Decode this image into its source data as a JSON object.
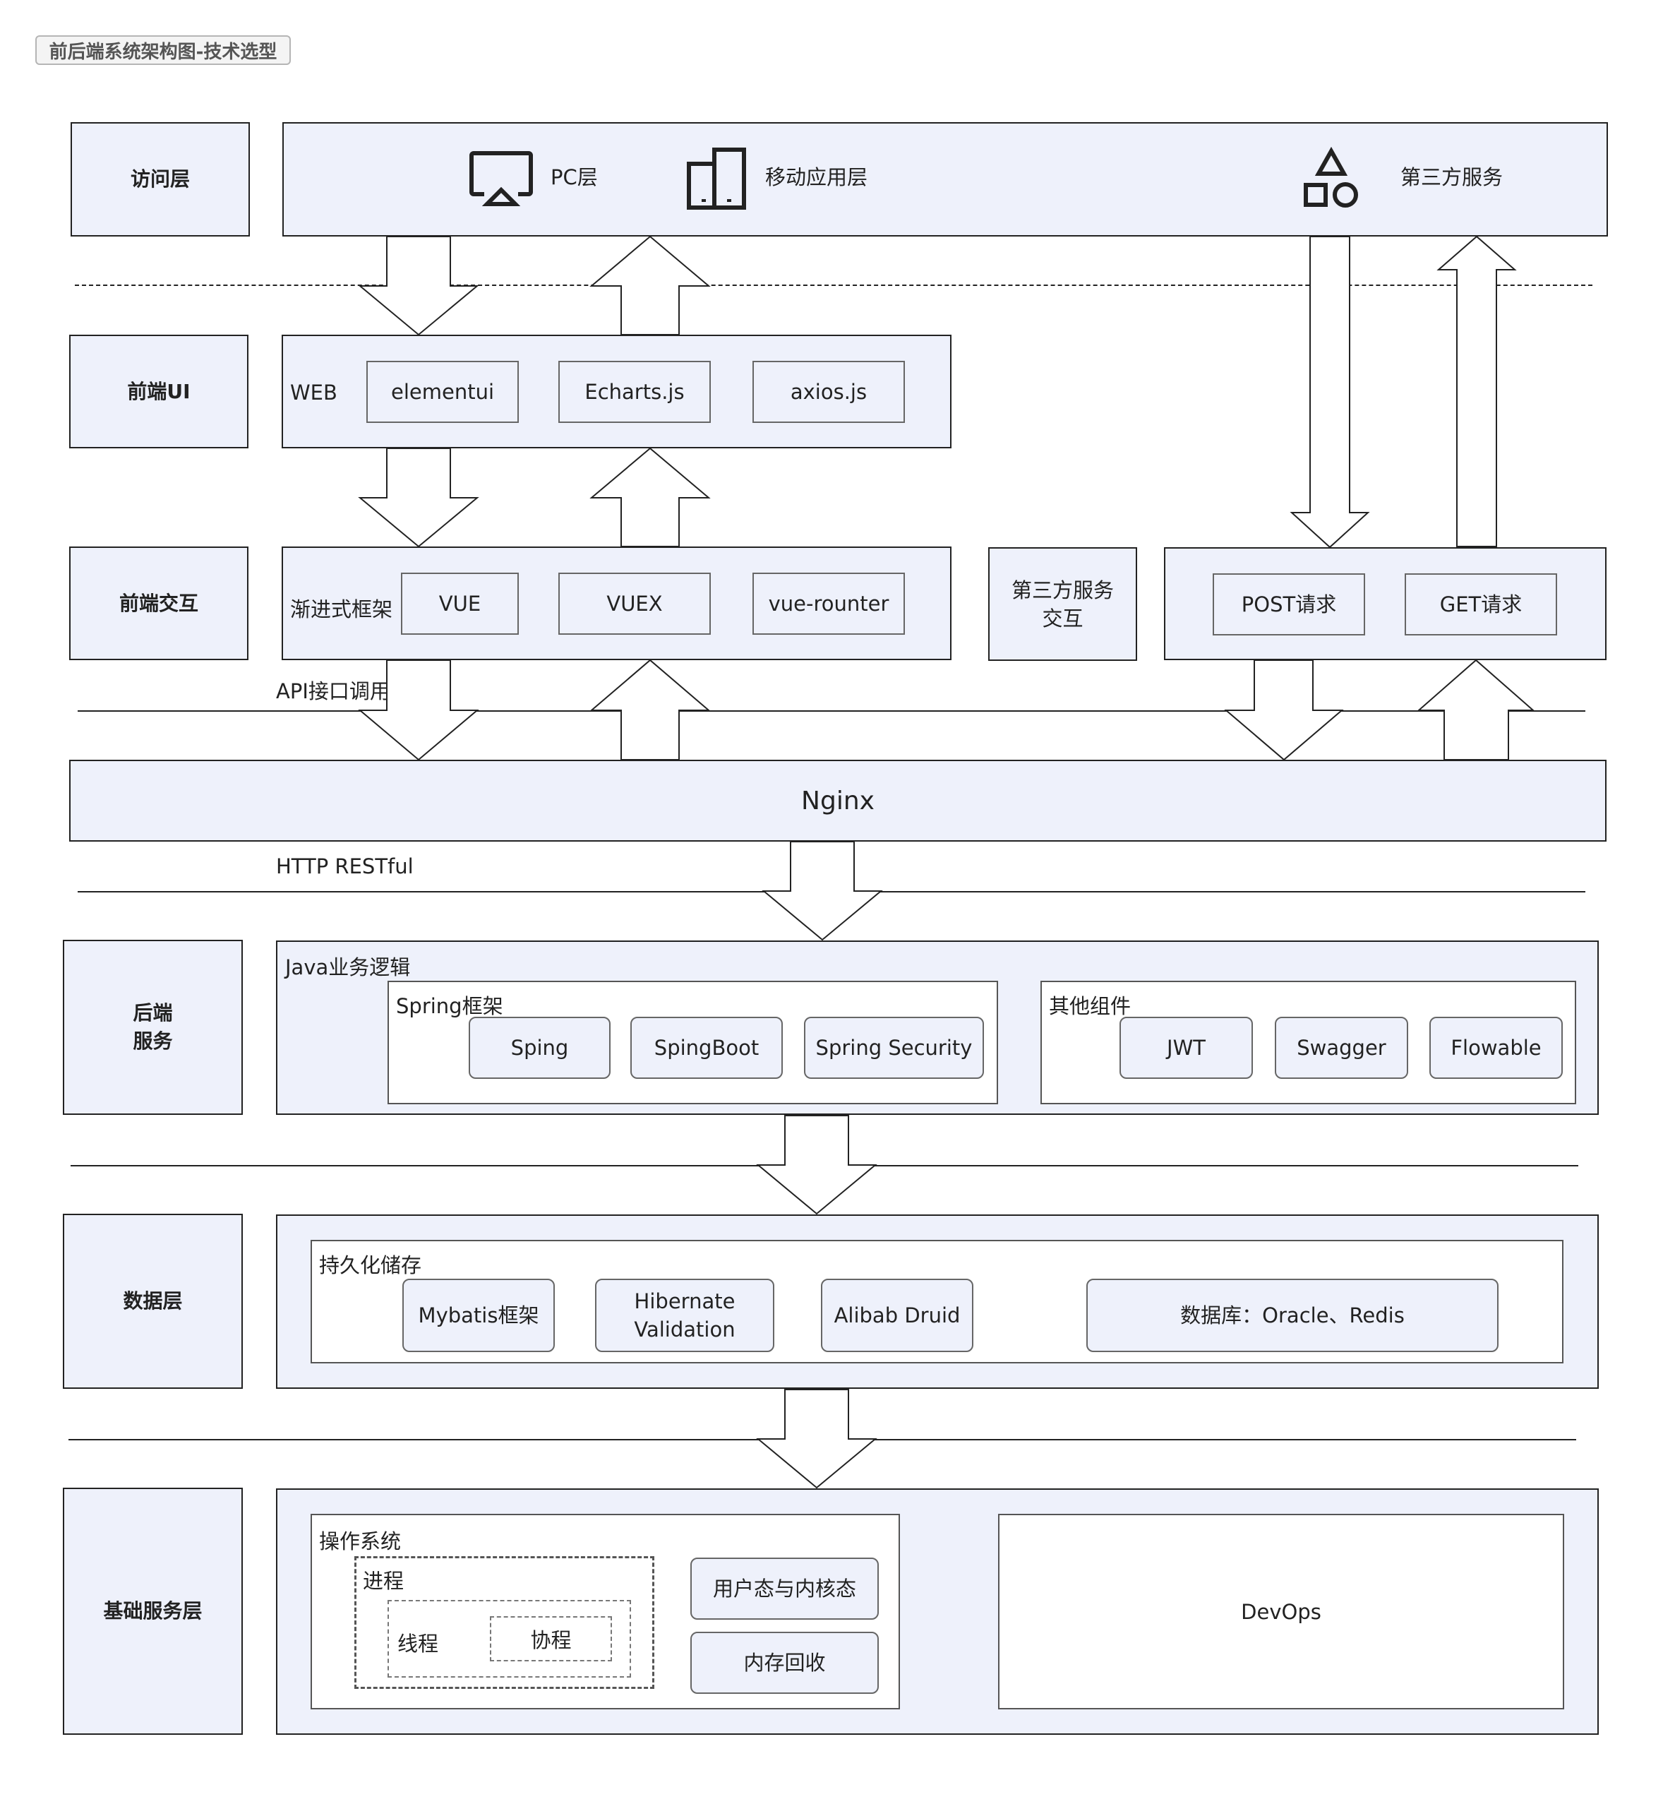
{
  "title": "前后端系统架构图-技术选型",
  "layers": {
    "access": "访问层",
    "frontend_ui": "前端UI",
    "frontend_interaction": "前端交互",
    "backend": "后端\n服务",
    "data": "数据层",
    "infra": "基础服务层"
  },
  "access": {
    "pc": "PC层",
    "mobile": "移动应用层",
    "third_party": "第三方服务"
  },
  "frontend_ui": {
    "label": "WEB",
    "items": [
      "elementui",
      "Echarts.js",
      "axios.js"
    ]
  },
  "frontend_interaction": {
    "label": "渐进式框架",
    "items": [
      "VUE",
      "VUEX",
      "vue-rounter"
    ],
    "third_party_box": "第三方服务\n交互",
    "requests": [
      "POST请求",
      "GET请求"
    ]
  },
  "connectors": {
    "api": "API接口调用",
    "http": "HTTP RESTful"
  },
  "nginx": "Nginx",
  "backend": {
    "label": "Java业务逻辑",
    "spring_label": "Spring框架",
    "spring_items": [
      "Sping",
      "SpingBoot",
      "Spring Security"
    ],
    "other_label": "其他组件",
    "other_items": [
      "JWT",
      "Swagger",
      "Flowable"
    ]
  },
  "data": {
    "label": "持久化储存",
    "items": [
      "Mybatis框架",
      "Hibernate\nValidation",
      "Alibab Druid",
      "数据库：Oracle、Redis"
    ]
  },
  "infra": {
    "os_label": "操作系统",
    "process": "进程",
    "thread": "线程",
    "coroutine": "协程",
    "user_kernel": "用户态与内核态",
    "memory": "内存回收",
    "devops": "DevOps"
  },
  "icons": [
    "monitor-icon",
    "mobile-devices-icon",
    "shapes-icon"
  ],
  "colors": {
    "panel_fill": "#eef1fb",
    "stroke": "#222222"
  }
}
